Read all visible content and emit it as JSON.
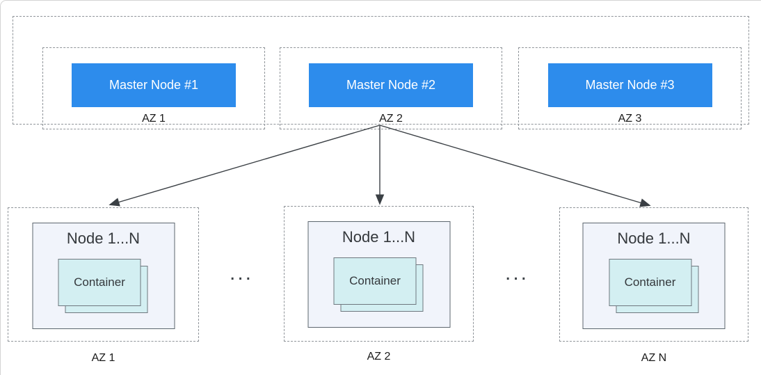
{
  "control_plane": {
    "zones": [
      {
        "master": "Master Node #1",
        "az": "AZ 1"
      },
      {
        "master": "Master Node #2",
        "az": "AZ 2"
      },
      {
        "master": "Master Node #3",
        "az": "AZ 3"
      }
    ]
  },
  "data_plane": {
    "zones": [
      {
        "node": "Node 1...N",
        "container": "Container",
        "az": "AZ 1"
      },
      {
        "node": "Node 1...N",
        "container": "Container",
        "az": "AZ 2"
      },
      {
        "node": "Node 1...N",
        "container": "Container",
        "az": "AZ N"
      }
    ],
    "ellipsis": "..."
  },
  "colors": {
    "master_fill": "#2D8CEC",
    "master_text": "#FFFFFF",
    "node_fill": "#F1F4FB",
    "container_fill": "#D3EFF2",
    "dashed_border": "#8F9499",
    "arrow": "#3A3F44"
  }
}
